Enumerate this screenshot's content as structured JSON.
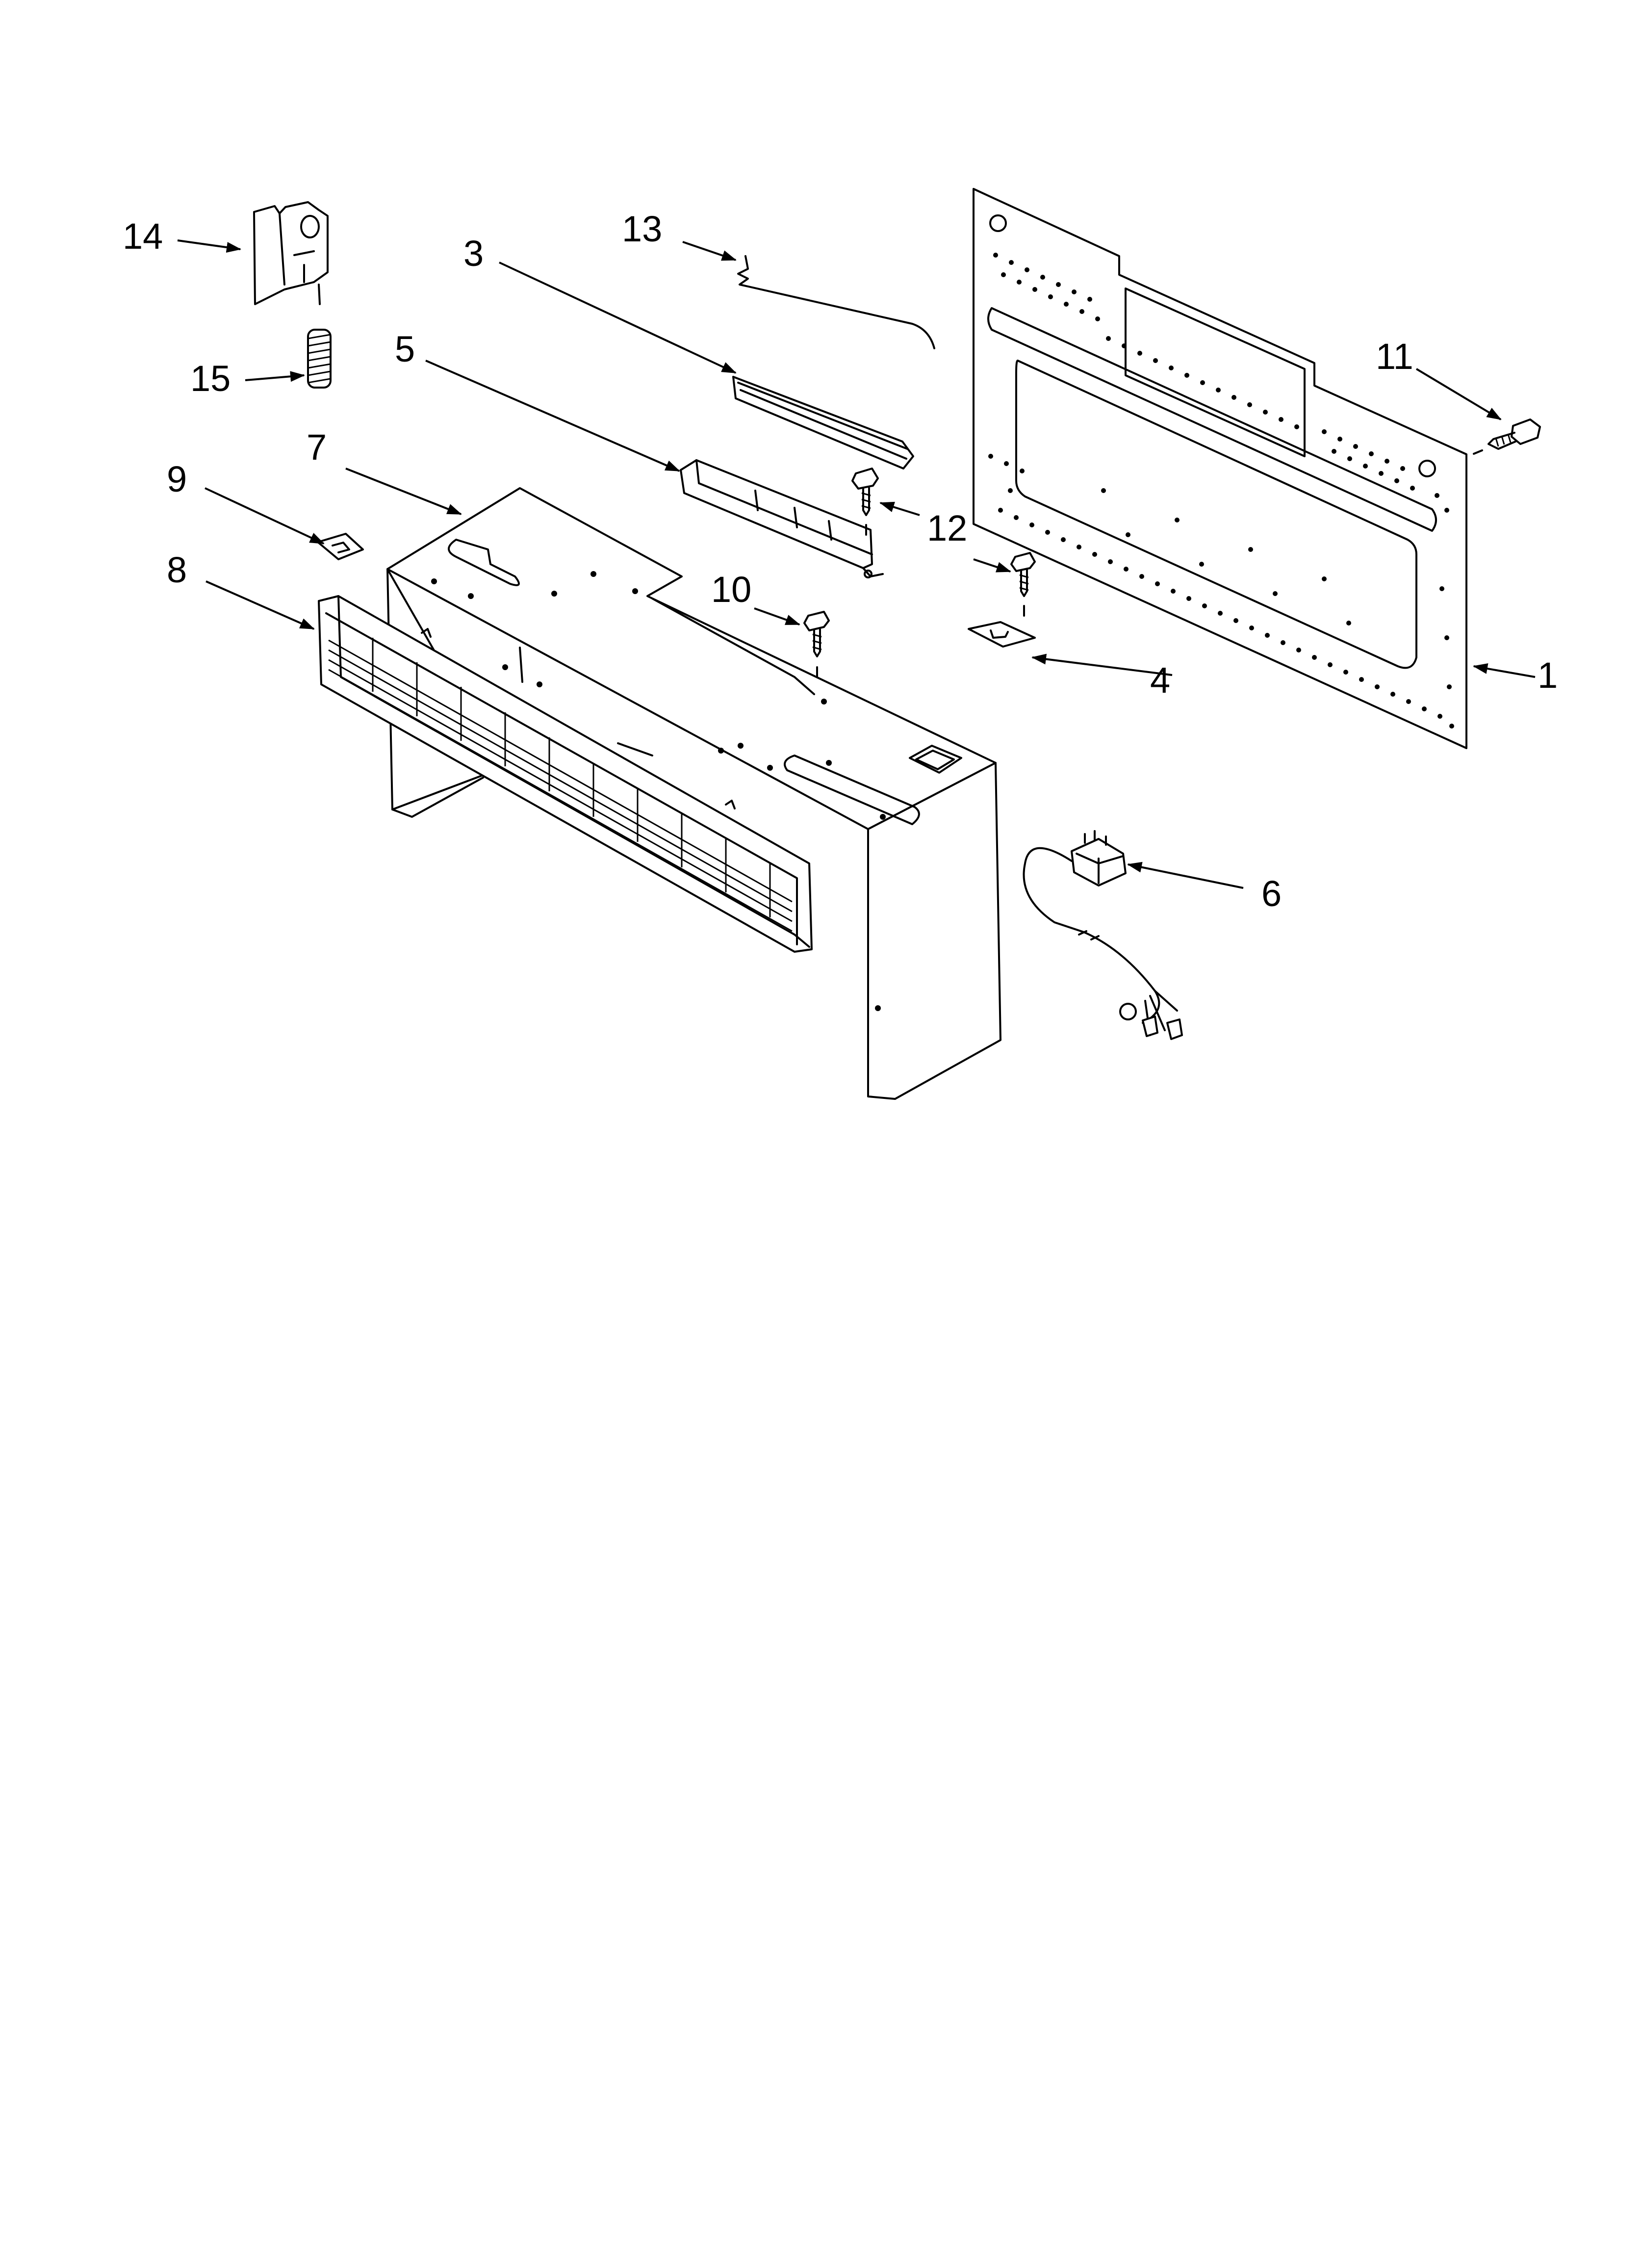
{
  "diagram": {
    "callouts": [
      {
        "id": "c1",
        "label": "1"
      },
      {
        "id": "c3",
        "label": "3"
      },
      {
        "id": "c4",
        "label": "4"
      },
      {
        "id": "c5",
        "label": "5"
      },
      {
        "id": "c6",
        "label": "6"
      },
      {
        "id": "c7",
        "label": "7"
      },
      {
        "id": "c8",
        "label": "8"
      },
      {
        "id": "c9",
        "label": "9"
      },
      {
        "id": "c10",
        "label": "10"
      },
      {
        "id": "c11",
        "label": "11"
      },
      {
        "id": "c12",
        "label": "12"
      },
      {
        "id": "c13",
        "label": "13"
      },
      {
        "id": "c14",
        "label": "14"
      },
      {
        "id": "c15",
        "label": "15"
      }
    ]
  }
}
